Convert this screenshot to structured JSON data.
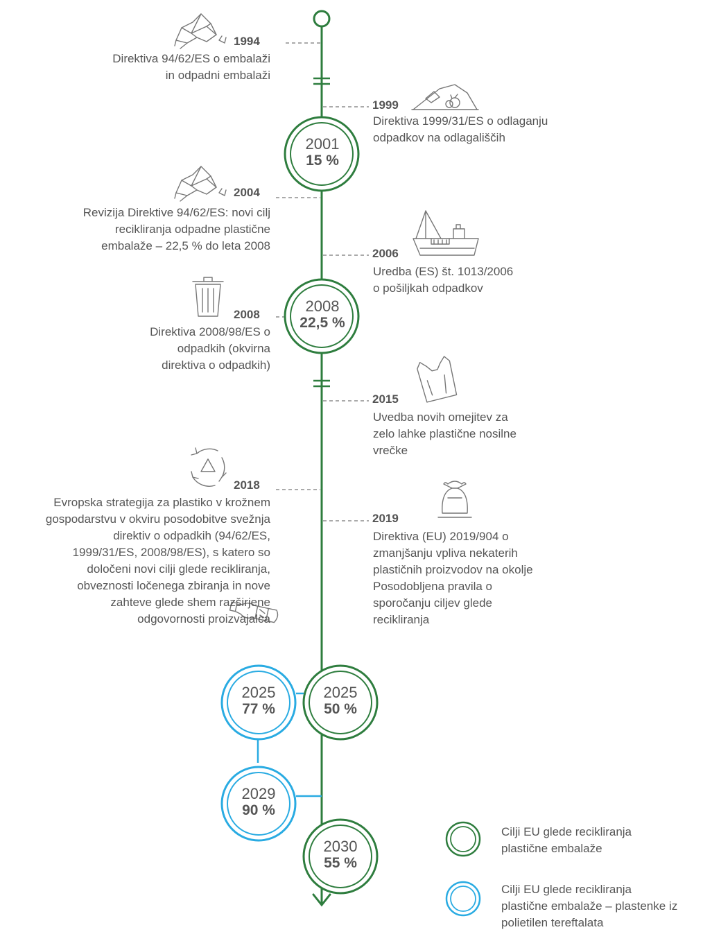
{
  "colors": {
    "green": "#2e7d3e",
    "blue": "#29abe2",
    "text": "#555555",
    "icon": "#777777"
  },
  "events": [
    {
      "year": "1994",
      "side": "left",
      "icon": "crumpled-plastic-icon",
      "lines": [
        "Direktiva 94/62/ES o embalaži",
        "in odpadni embalaži"
      ]
    },
    {
      "year": "1999",
      "side": "right",
      "icon": "landfill-icon",
      "lines": [
        "Direktiva 1999/31/ES o odlaganju",
        "odpadkov na odlagališčih"
      ]
    },
    {
      "year": "2004",
      "side": "left",
      "icon": "crumpled-plastic-icon",
      "lines": [
        "Revizija Direktive 94/62/ES: novi cilj",
        "recikliranja odpadne plastične",
        "embalaže – 22,5 % do leta 2008"
      ]
    },
    {
      "year": "2006",
      "side": "right",
      "icon": "cargo-ship-icon",
      "lines": [
        "Uredba (ES) št. 1013/2006",
        "o pošiljkah odpadkov"
      ]
    },
    {
      "year": "2008",
      "side": "left",
      "icon": "trash-bin-icon",
      "lines": [
        "Direktiva 2008/98/ES o",
        "odpadkih (okvirna",
        "direktiva o odpadkih)"
      ]
    },
    {
      "year": "2015",
      "side": "right",
      "icon": "plastic-bag-icon",
      "lines": [
        "Uvedba novih omejitev za",
        "zelo lahke plastične nosilne",
        "vrečke"
      ]
    },
    {
      "year": "2018",
      "side": "left",
      "icon": "recycle-icon",
      "lines": [
        "Evropska strategija za plastiko v krožnem",
        "gospodarstvu v okviru posodobitve svežnja",
        "direktiv o odpadkih (94/62/ES,",
        "1999/31/ES, 2008/98/ES), s katero so",
        "določeni novi cilji glede recikliranja,",
        "obveznosti ločenega zbiranja in nove",
        "zahteve glede shem razširjene",
        "odgovornosti proizvajalca"
      ]
    },
    {
      "year": "2019",
      "side": "right",
      "icon": "garbage-bag-icon",
      "lines": [
        "Direktiva (EU) 2019/904 o",
        "zmanjšanju vpliva nekaterih",
        "plastičnih proizvodov na okolje",
        "Posodobljena pravila o",
        "sporočanju ciljev glede",
        "recikliranja"
      ]
    }
  ],
  "targets": [
    {
      "year": "2001",
      "percent": "15 %",
      "type": "packaging"
    },
    {
      "year": "2008",
      "percent": "22,5 %",
      "type": "packaging"
    },
    {
      "year": "2025",
      "percent": "50 %",
      "type": "packaging"
    },
    {
      "year": "2030",
      "percent": "55 %",
      "type": "packaging"
    },
    {
      "year": "2025",
      "percent": "77 %",
      "type": "pet-bottles"
    },
    {
      "year": "2029",
      "percent": "90 %",
      "type": "pet-bottles"
    }
  ],
  "legend": [
    {
      "type": "packaging",
      "lines": [
        "Cilji EU glede recikliranja",
        "plastične embalaže"
      ]
    },
    {
      "type": "pet-bottles",
      "lines": [
        "Cilji EU glede recikliranja",
        "plastične embalaže – plastenke iz",
        "polietilen tereftalata"
      ]
    }
  ]
}
